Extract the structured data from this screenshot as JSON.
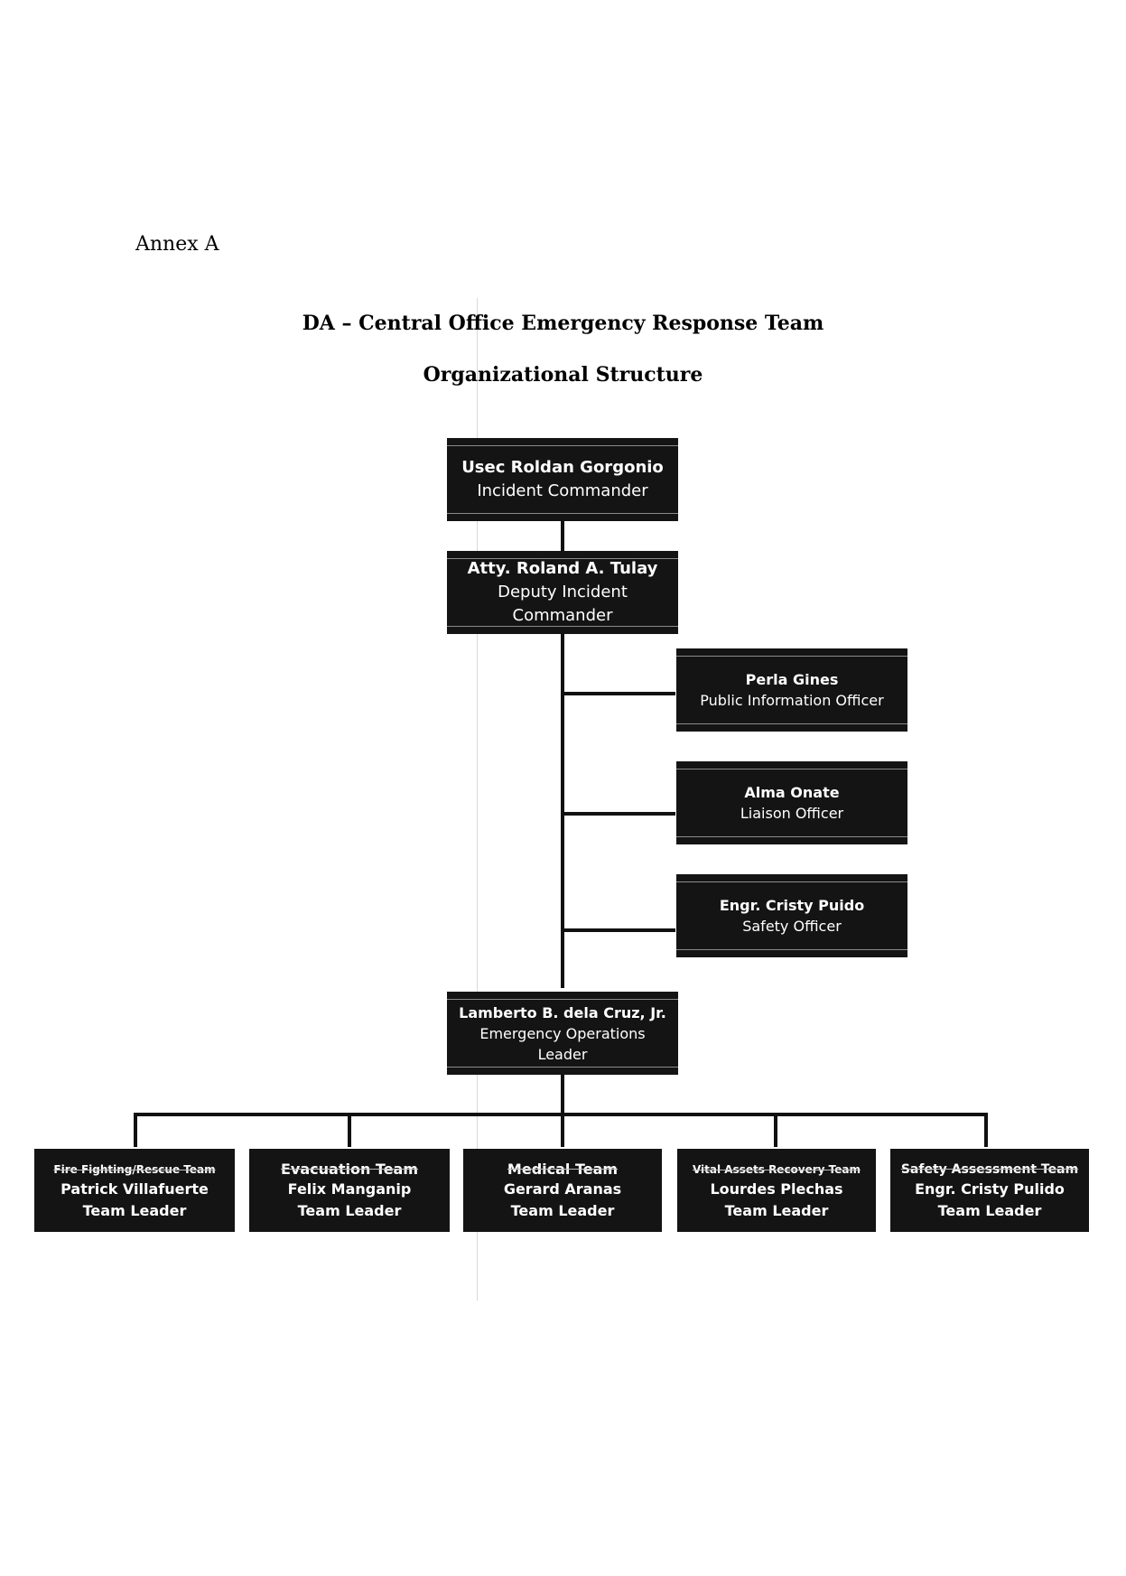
{
  "header": {
    "annex": "Annex A"
  },
  "title": {
    "line1": "DA –  Central Office Emergency Response Team",
    "line2": "Organizational Structure"
  },
  "chain": [
    {
      "name": "Usec Roldan Gorgonio",
      "role": "Incident Commander"
    },
    {
      "name": "Atty. Roland A. Tulay",
      "role": "Deputy Incident Commander"
    }
  ],
  "staff": [
    {
      "name": "Perla Gines",
      "role": "Public Information Officer"
    },
    {
      "name": "Alma Onate",
      "role": "Liaison  Officer"
    },
    {
      "name": "Engr. Cristy Puido",
      "role": "Safety  Officer"
    }
  ],
  "operations": {
    "name": "Lamberto B. dela Cruz, Jr.",
    "role": "Emergency Operations Leader"
  },
  "teams": [
    {
      "team": "Fire Fighting/Rescue Team",
      "leader": "Patrick Villafuerte",
      "role": "Team Leader"
    },
    {
      "team": "Evacuation Team",
      "leader": "Felix Manganip",
      "role": "Team Leader"
    },
    {
      "team": "Medical Team",
      "leader": "Gerard Aranas",
      "role": "Team Leader"
    },
    {
      "team": "Vital Assets Recovery Team",
      "leader": "Lourdes Plechas",
      "role": "Team Leader"
    },
    {
      "team": "Safety Assessment Team",
      "leader": "Engr. Cristy Pulido",
      "role": "Team Leader"
    }
  ]
}
